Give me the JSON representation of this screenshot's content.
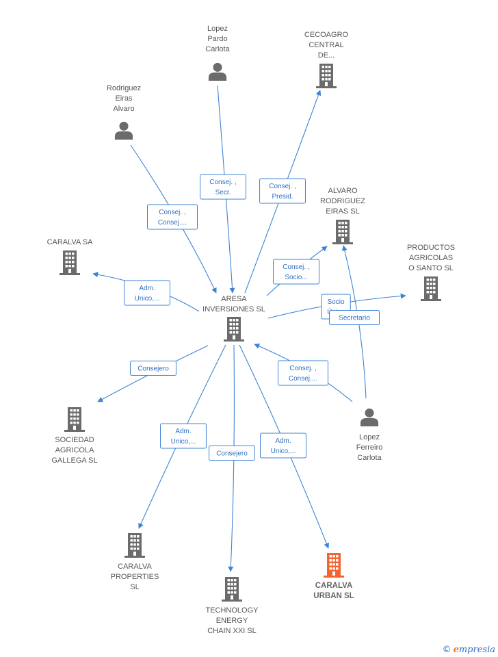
{
  "colors": {
    "edge": "#3e83d4",
    "edge_text": "#2f6fc0",
    "icon": "#6b6b6b",
    "highlight": "#f26531"
  },
  "nodes": [
    {
      "id": "aresa",
      "type": "company",
      "lines": [
        "ARESA",
        "INVERSIONES SL"
      ]
    },
    {
      "id": "lopez_pardo",
      "type": "person",
      "lines": [
        "Lopez",
        "Pardo",
        "Carlota"
      ]
    },
    {
      "id": "cecoagro",
      "type": "company",
      "lines": [
        "CECOAGRO",
        "CENTRAL",
        "DE..."
      ]
    },
    {
      "id": "rodriguez_eiras",
      "type": "person",
      "lines": [
        "Rodriguez",
        "Eiras",
        "Alvaro"
      ]
    },
    {
      "id": "alvaro_rodriguez_sl",
      "type": "company",
      "lines": [
        "ALVARO",
        "RODRIGUEZ",
        "EIRAS SL"
      ]
    },
    {
      "id": "caralva_sa",
      "type": "company",
      "lines": [
        "CARALVA SA"
      ]
    },
    {
      "id": "productos_agricolas",
      "type": "company",
      "lines": [
        "PRODUCTOS",
        "AGRICOLAS",
        "O SANTO  SL"
      ]
    },
    {
      "id": "sociedad_agricola",
      "type": "company",
      "lines": [
        "SOCIEDAD",
        "AGRICOLA",
        "GALLEGA SL"
      ]
    },
    {
      "id": "lopez_ferreiro",
      "type": "person",
      "lines": [
        "Lopez",
        "Ferreiro",
        "Carlota"
      ]
    },
    {
      "id": "caralva_properties",
      "type": "company",
      "lines": [
        "CARALVA",
        "PROPERTIES",
        "SL"
      ]
    },
    {
      "id": "technology_energy",
      "type": "company",
      "lines": [
        "TECHNOLOGY",
        "ENERGY",
        "CHAIN XXI  SL"
      ]
    },
    {
      "id": "caralva_urban",
      "type": "company",
      "highlight": true,
      "lines": [
        "CARALVA",
        "URBAN  SL"
      ]
    }
  ],
  "edges": [
    {
      "from": "lopez_pardo",
      "to": "aresa",
      "lines": [
        "Consej. ,",
        "Secr."
      ]
    },
    {
      "from": "aresa",
      "to": "cecoagro",
      "lines": [
        "Consej. ,",
        "Presid."
      ]
    },
    {
      "from": "rodriguez_eiras",
      "to": "aresa",
      "lines": [
        "Consej. ,",
        "Consej...."
      ]
    },
    {
      "from": "aresa",
      "to": "alvaro_rodriguez_sl",
      "lines": [
        "Consej. ,",
        "Socio..."
      ]
    },
    {
      "from": "aresa",
      "to": "caralva_sa",
      "lines": [
        "Adm.",
        "Unico,..."
      ]
    },
    {
      "from": "aresa",
      "to": "productos_agricolas",
      "lines": [
        "Socio",
        "Único"
      ]
    },
    {
      "from": "lopez_ferreiro",
      "to": "alvaro_rodriguez_sl",
      "lines": [
        "Secretario"
      ]
    },
    {
      "from": "aresa",
      "to": "sociedad_agricola",
      "lines": [
        "Consejero"
      ]
    },
    {
      "from": "lopez_ferreiro",
      "to": "aresa",
      "lines": [
        "Consej. ,",
        "Consej...."
      ]
    },
    {
      "from": "aresa",
      "to": "caralva_properties",
      "lines": [
        "Adm.",
        "Unico,..."
      ]
    },
    {
      "from": "aresa",
      "to": "technology_energy",
      "lines": [
        "Consejero"
      ]
    },
    {
      "from": "aresa",
      "to": "caralva_urban",
      "lines": [
        "Adm.",
        "Unico,..."
      ]
    }
  ],
  "brand": {
    "copyright": "©",
    "first_letter": "e",
    "rest": "mpresia"
  }
}
